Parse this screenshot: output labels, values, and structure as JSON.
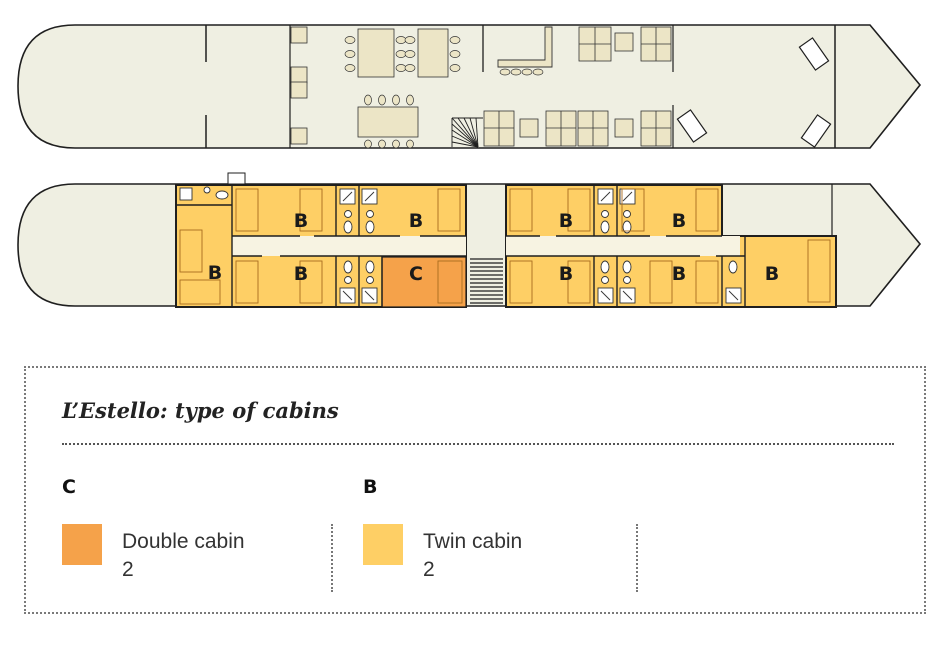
{
  "deck_plan": {
    "cabin_codes": [
      "B",
      "B",
      "B",
      "B",
      "B",
      "B",
      "C",
      "B",
      "B",
      "B"
    ],
    "colors": {
      "hull": "#efefe2",
      "outline": "#1f1f1f",
      "furniture": "#ece5c6",
      "twin": "#fecf65",
      "double": "#f5a24a",
      "corridor": "#f7f3e2",
      "bathroom": "#ffffff"
    }
  },
  "legend": {
    "title": "L’Estello: type of cabins",
    "items": [
      {
        "code": "C",
        "label": "Double cabin",
        "count": "2",
        "color": "#f5a24a"
      },
      {
        "code": "B",
        "label": "Twin cabin",
        "count": "2",
        "color": "#fecf65"
      }
    ]
  }
}
